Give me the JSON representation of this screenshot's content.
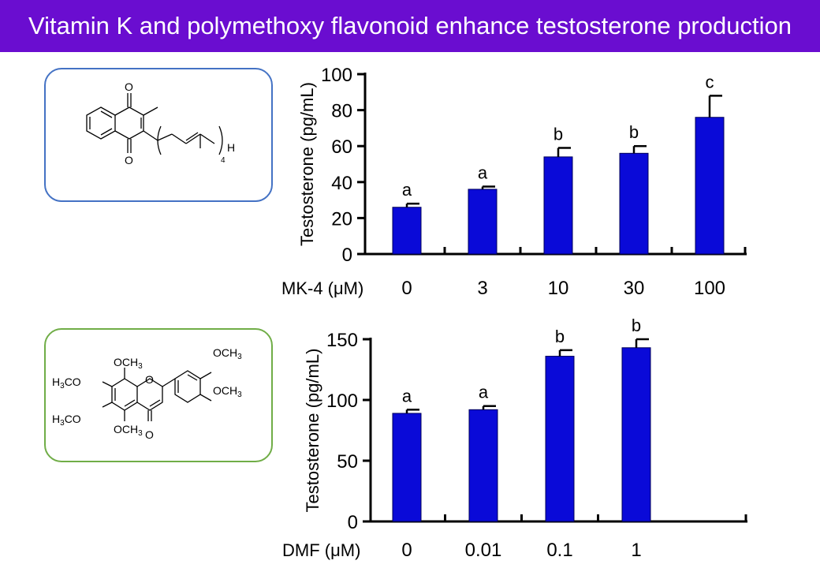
{
  "header": {
    "title": "Vitamin K and polymethoxy flavonoid enhance testosterone production"
  },
  "colors": {
    "header_bg": "#6a0dd0",
    "bar_fill": "#0a0ad8",
    "box1_border": "#4472c4",
    "box2_border": "#70ad47"
  },
  "molecules": {
    "mk4": {
      "atom_labels": [
        "O",
        "O",
        "H"
      ],
      "repeat_count": "4"
    },
    "dmf": {
      "groups": [
        "OCH3",
        "OCH3",
        "H3CO",
        "H3CO",
        "OCH3",
        "OCH3",
        "O",
        "O"
      ]
    }
  },
  "chart_data": [
    {
      "type": "bar",
      "xlabel": "MK-4 (μM)",
      "ylabel": "Testosterone (pg/mL)",
      "categories": [
        "0",
        "3",
        "10",
        "30",
        "100"
      ],
      "values": [
        26,
        36,
        54,
        56,
        76
      ],
      "errors": [
        2,
        1.5,
        5,
        4,
        12
      ],
      "significance": [
        "a",
        "a",
        "b",
        "b",
        "c"
      ],
      "ylim": [
        0,
        100
      ],
      "yticks": [
        0,
        20,
        40,
        60,
        80,
        100
      ],
      "grid": false,
      "legend": "none"
    },
    {
      "type": "bar",
      "xlabel": "DMF (μM)",
      "ylabel": "Testosterone (pg/mL)",
      "categories": [
        "0",
        "0.01",
        "0.1",
        "1"
      ],
      "values": [
        89,
        92,
        136,
        143
      ],
      "errors": [
        3,
        3,
        5,
        7
      ],
      "significance": [
        "a",
        "a",
        "b",
        "b"
      ],
      "ylim": [
        0,
        150
      ],
      "yticks": [
        0,
        50,
        100,
        150
      ],
      "grid": false,
      "legend": "none"
    }
  ]
}
